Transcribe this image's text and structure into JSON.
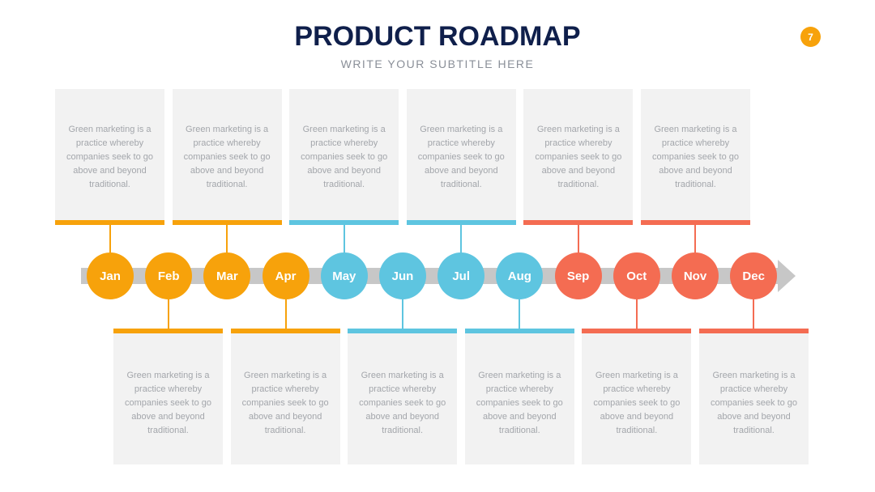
{
  "header": {
    "title": "PRODUCT ROADMAP",
    "subtitle": "WRITE YOUR SUBTITLE HERE",
    "page_number": "7"
  },
  "colors": {
    "orange": "#f7a20b",
    "blue": "#5ec5e0",
    "coral": "#f46c52",
    "axis": "#c7c7c7",
    "card": "#f2f2f2",
    "title": "#0f1f4b"
  },
  "months": [
    {
      "label": "Jan",
      "color": "#f7a20b",
      "text": "Green marketing is a practice whereby companies seek to go above and beyond traditional."
    },
    {
      "label": "Feb",
      "color": "#f7a20b",
      "text": "Green marketing is a practice whereby companies seek to go above and beyond traditional."
    },
    {
      "label": "Mar",
      "color": "#f7a20b",
      "text": "Green marketing is a practice whereby companies seek to go above and beyond traditional."
    },
    {
      "label": "Apr",
      "color": "#f7a20b",
      "text": "Green marketing is a practice whereby companies seek to go above and beyond traditional."
    },
    {
      "label": "May",
      "color": "#5ec5e0",
      "text": "Green marketing is a practice whereby companies seek to go above and beyond traditional."
    },
    {
      "label": "Jun",
      "color": "#5ec5e0",
      "text": "Green marketing is a practice whereby companies seek to go above and beyond traditional."
    },
    {
      "label": "Jul",
      "color": "#5ec5e0",
      "text": "Green marketing is a practice whereby companies seek to go above and beyond traditional."
    },
    {
      "label": "Aug",
      "color": "#5ec5e0",
      "text": "Green marketing is a practice whereby companies seek to go above and beyond traditional."
    },
    {
      "label": "Sep",
      "color": "#f46c52",
      "text": "Green marketing is a practice whereby companies seek to go above and beyond traditional."
    },
    {
      "label": "Oct",
      "color": "#f46c52",
      "text": "Green marketing is a practice whereby companies seek to go above and beyond traditional."
    },
    {
      "label": "Nov",
      "color": "#f46c52",
      "text": "Green marketing is a practice whereby companies seek to go above and beyond traditional."
    },
    {
      "label": "Dec",
      "color": "#f46c52",
      "text": "Green marketing is a practice whereby companies seek to go above and beyond traditional."
    }
  ]
}
